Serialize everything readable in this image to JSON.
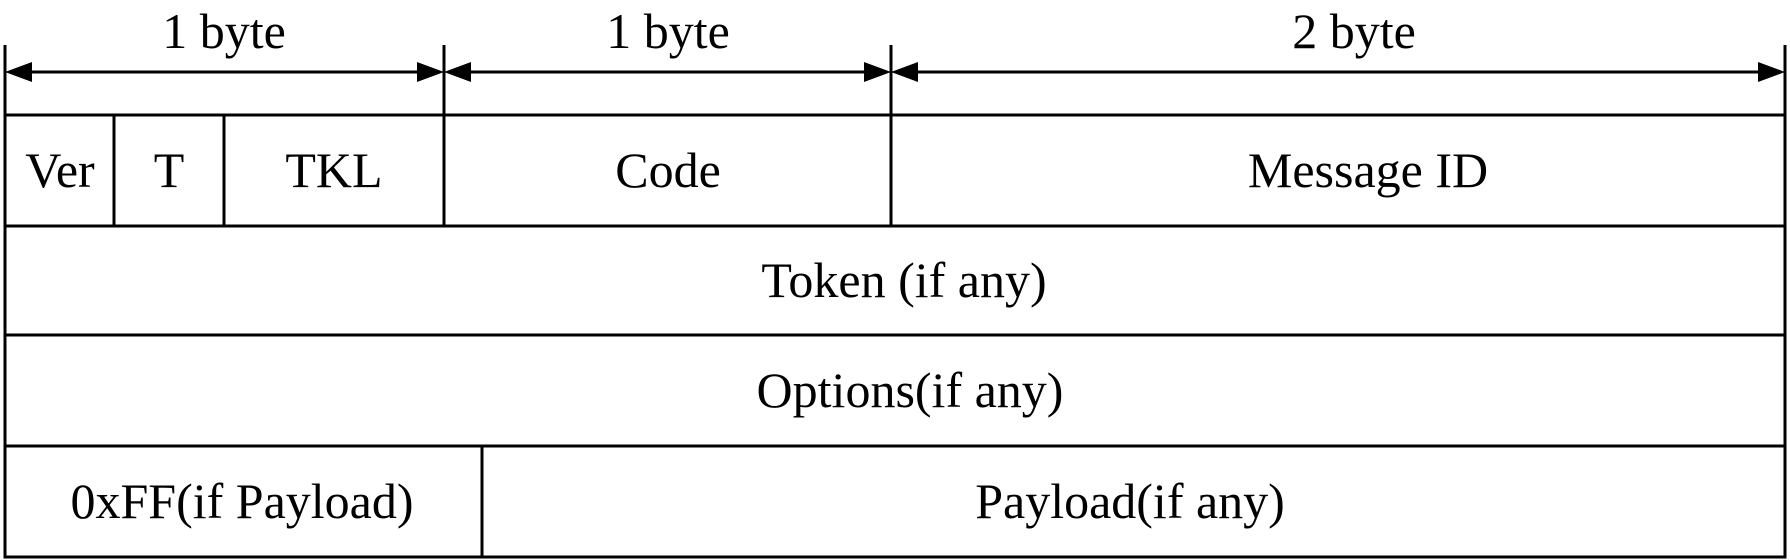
{
  "header": {
    "byte1_label": "1 byte",
    "byte2_label": "1 byte",
    "byte3_label": "2 byte"
  },
  "row1": {
    "ver": "Ver",
    "t": "T",
    "tkl": "TKL",
    "code": "Code",
    "message_id": "Message ID"
  },
  "row2": {
    "token": "Token (if any)"
  },
  "row3": {
    "options": "Options(if any)"
  },
  "row4": {
    "marker": "0xFF(if Payload)",
    "payload": "Payload(if any)"
  }
}
